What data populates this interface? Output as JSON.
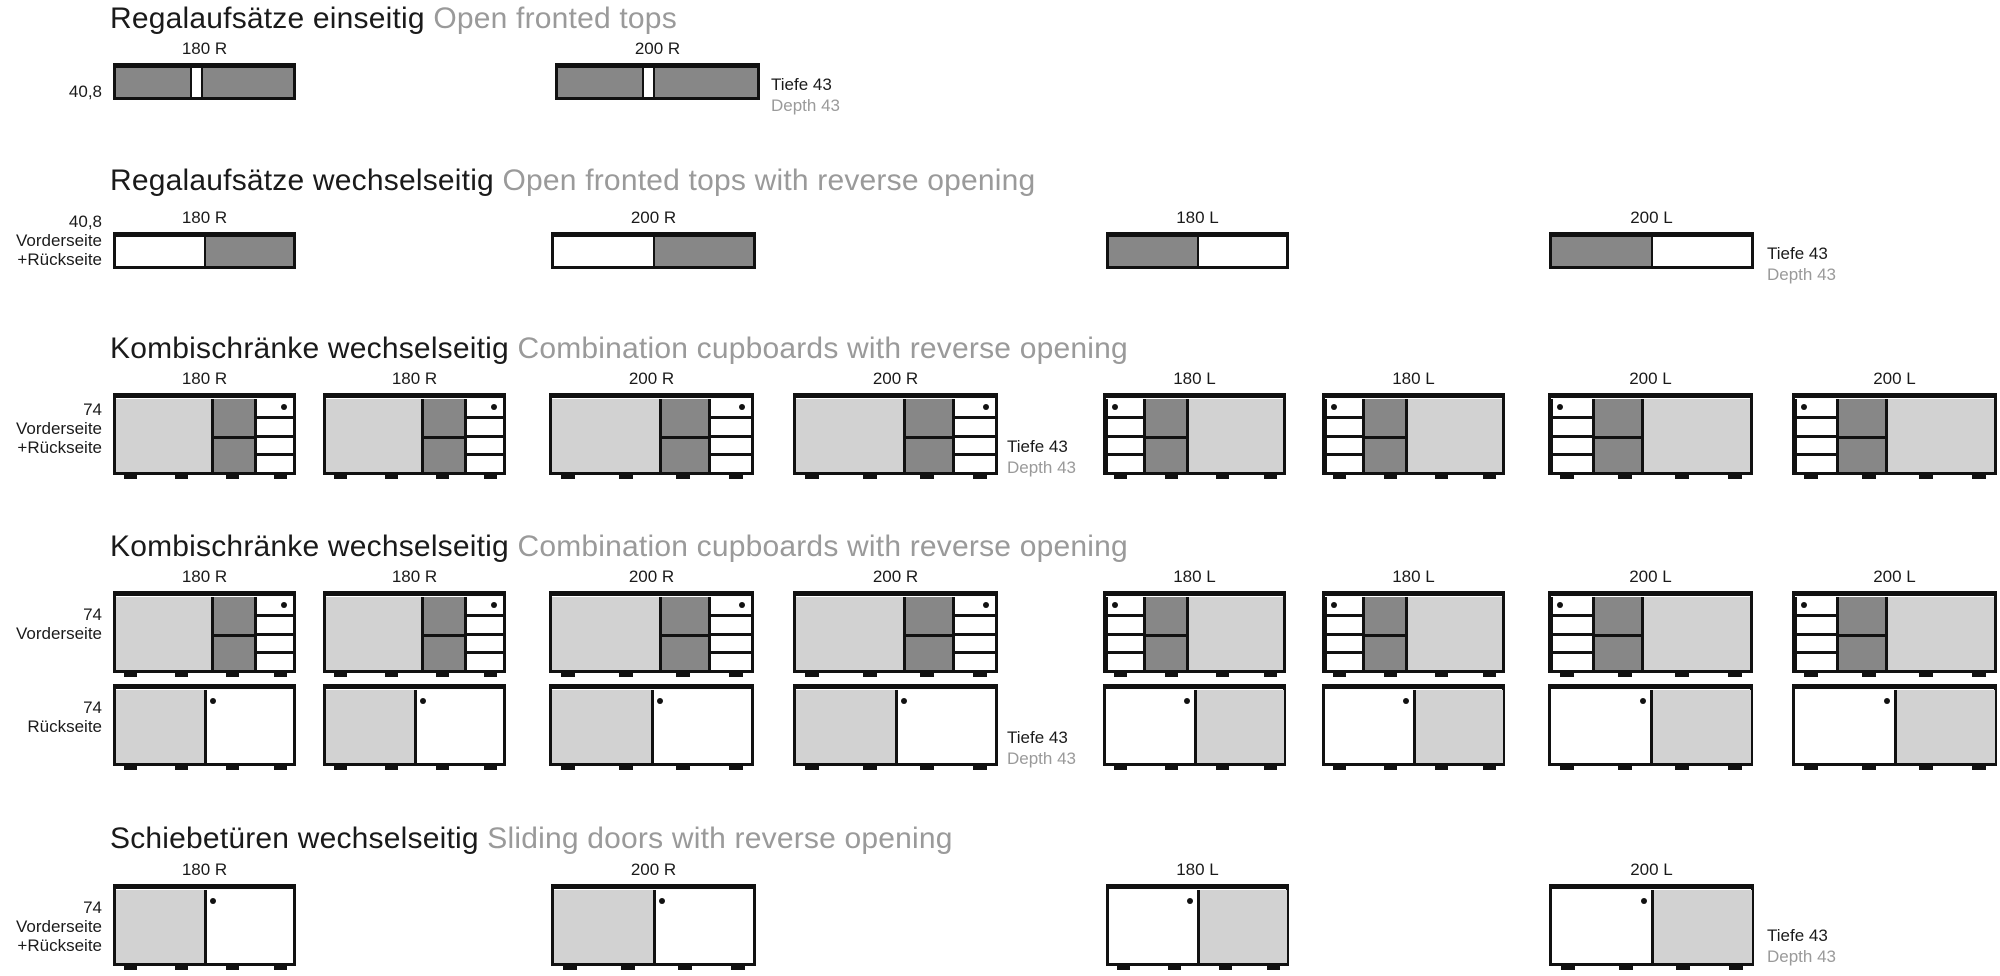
{
  "page": {
    "depth_de": "Tiefe 43",
    "depth_en": "Depth 43"
  },
  "sections": [
    {
      "id": "open-fronted-tops",
      "title_de": "Regalaufsätze einseitig",
      "title_en": "Open fronted tops",
      "height_label": "40,8",
      "side_label_lines": [],
      "units": [
        {
          "label": "180 R",
          "type": "slab-split",
          "side": "R"
        },
        {
          "label": "200 R",
          "type": "slab-split",
          "side": "R"
        }
      ]
    },
    {
      "id": "open-fronted-tops-reverse",
      "title_de": "Regalaufsätze wechselseitig",
      "title_en": "Open fronted tops with reverse opening",
      "height_label": "40,8",
      "side_label_lines": [
        "Vorderseite",
        "+Rückseite"
      ],
      "units": [
        {
          "label": "180 R",
          "type": "half-half",
          "side": "R"
        },
        {
          "label": "200 R",
          "type": "half-half",
          "side": "R"
        },
        {
          "label": "180 L",
          "type": "half-half",
          "side": "L"
        },
        {
          "label": "200 L",
          "type": "half-half",
          "side": "L"
        }
      ]
    },
    {
      "id": "combination-cupboards-1",
      "title_de": "Kombischränke wechselseitig",
      "title_en": "Combination cupboards with reverse opening",
      "height_label": "74",
      "side_label_lines": [
        "Vorderseite",
        "+Rückseite"
      ],
      "units": [
        {
          "label": "180 R",
          "type": "combi",
          "side": "R"
        },
        {
          "label": "180 R",
          "type": "combi",
          "side": "R"
        },
        {
          "label": "200 R",
          "type": "combi",
          "side": "R"
        },
        {
          "label": "200 R",
          "type": "combi",
          "side": "R"
        },
        {
          "label": "180 L",
          "type": "combi",
          "side": "L"
        },
        {
          "label": "180 L",
          "type": "combi",
          "side": "L"
        },
        {
          "label": "200 L",
          "type": "combi",
          "side": "L"
        },
        {
          "label": "200 L",
          "type": "combi",
          "side": "L"
        }
      ]
    },
    {
      "id": "combination-cupboards-2",
      "title_de": "Kombischränke wechselseitig",
      "title_en": "Combination cupboards with reverse opening",
      "height_label": "74",
      "side_label_lines": [
        "Vorderseite"
      ],
      "back_height_label": "74",
      "back_side_label_lines": [
        "Rückseite"
      ],
      "units": [
        {
          "label": "180 R",
          "type": "combi",
          "side": "R"
        },
        {
          "label": "180 R",
          "type": "combi",
          "side": "R"
        },
        {
          "label": "200 R",
          "type": "combi",
          "side": "R"
        },
        {
          "label": "200 R",
          "type": "combi",
          "side": "R"
        },
        {
          "label": "180 L",
          "type": "combi",
          "side": "L"
        },
        {
          "label": "180 L",
          "type": "combi",
          "side": "L"
        },
        {
          "label": "200 L",
          "type": "combi",
          "side": "L"
        },
        {
          "label": "200 L",
          "type": "combi",
          "side": "L"
        }
      ],
      "back_units": [
        {
          "type": "sliding",
          "side": "R"
        },
        {
          "type": "sliding",
          "side": "R"
        },
        {
          "type": "sliding",
          "side": "R"
        },
        {
          "type": "sliding",
          "side": "R"
        },
        {
          "type": "sliding",
          "side": "L"
        },
        {
          "type": "sliding",
          "side": "L"
        },
        {
          "type": "sliding",
          "side": "L"
        },
        {
          "type": "sliding",
          "side": "L"
        }
      ]
    },
    {
      "id": "sliding-doors",
      "title_de": "Schiebetüren wechselseitig",
      "title_en": "Sliding doors with reverse opening",
      "height_label": "74",
      "side_label_lines": [
        "Vorderseite",
        "+Rückseite"
      ],
      "units": [
        {
          "label": "180 R",
          "type": "sliding",
          "side": "R"
        },
        {
          "label": "200 R",
          "type": "sliding",
          "side": "R"
        },
        {
          "label": "180 L",
          "type": "sliding",
          "side": "L"
        },
        {
          "label": "200 L",
          "type": "sliding",
          "side": "L"
        }
      ]
    }
  ]
}
